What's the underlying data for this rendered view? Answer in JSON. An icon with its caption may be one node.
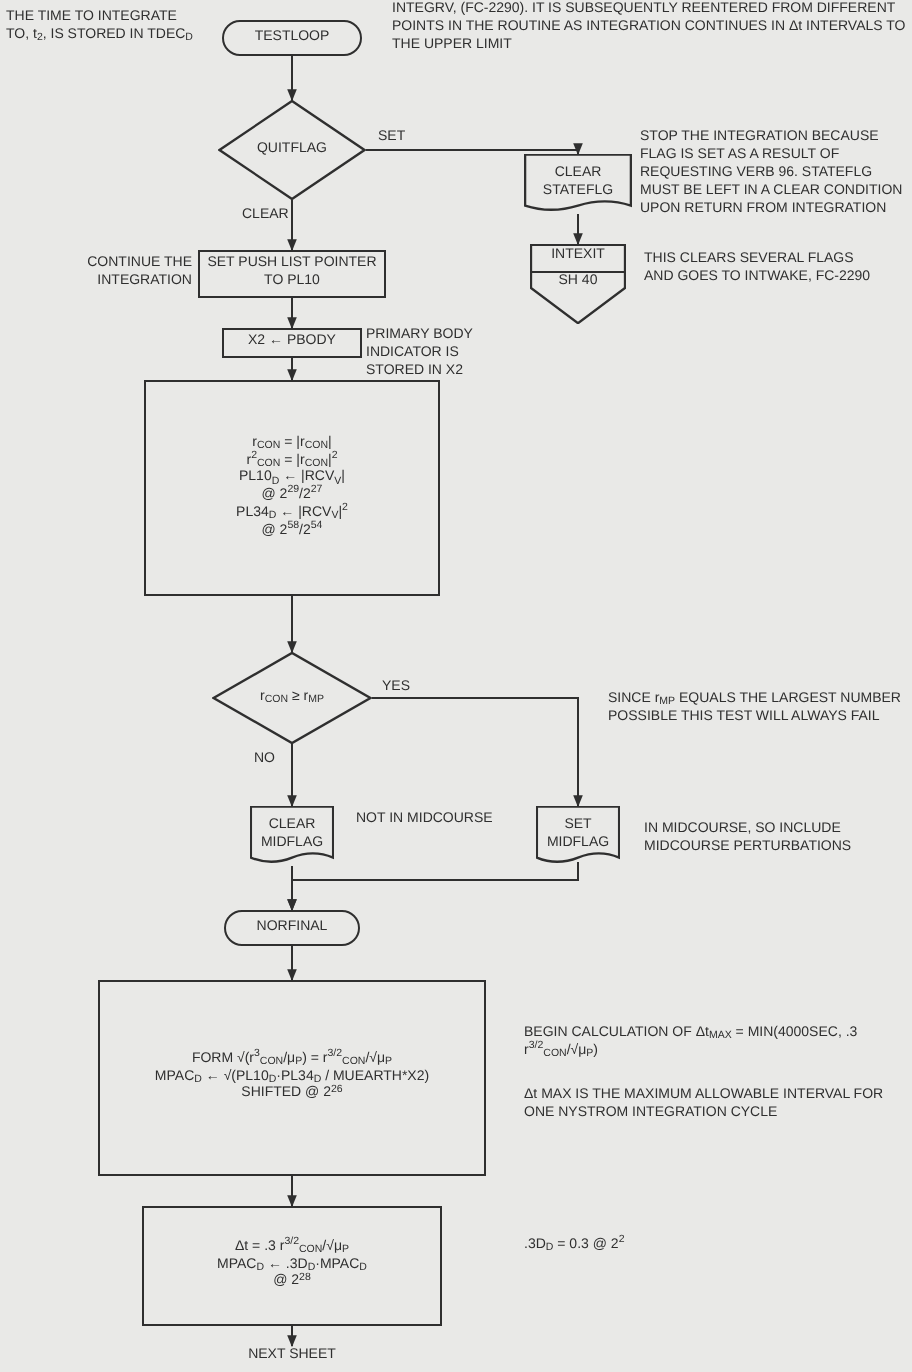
{
  "diagram": {
    "nodes": [
      {
        "text": [
          "TESTLOOP"
        ]
      },
      {
        "text": [
          "QUITFLAG"
        ]
      },
      {
        "text": [
          "CLEAR STATEFLG"
        ],
        "beside": [
          "STOP THE INTEGRATION BECAUSE FLAG IS SET AS A RESULT OF REQUESTING VERB 96. STATEFLG MUST BE LEFT IN A CLEAR CONDITION UPON RETURN FROM INTEGRATION"
        ]
      },
      {
        "text": [
          "INTEXIT",
          "SH 40"
        ],
        "beside": [
          "THIS CLEARS SEVERAL FLAGS AND GOES TO INTWAKE, FC-2290"
        ]
      },
      {
        "text": [
          "SET PUSH LIST POINTER TO PL10"
        ],
        "beside": [
          "CONTINUE THE INTEGRATION"
        ]
      },
      {
        "text": [
          "X2 ← PBODY"
        ],
        "beside": [
          "PRIMARY BODY INDICATOR IS STORED IN X2"
        ]
      },
      {
        "text": [
          "r$_{CON}$ = |r$_{CON}$|",
          "r$^{2}$$_{CON}$ = |r$_{CON}$|$^{2}$",
          "PL10$_{D}$ ← |RCV$_{V}$|",
          "@ 2$^{29}$/2$^{27}$",
          "PL34$_{D}$ ← |RCV$_{V}$|$^{2}$",
          "@ 2$^{58}$/2$^{54}$"
        ]
      },
      {
        "text": [
          "r$_{CON}$ ≥ r$_{MP}$"
        ]
      },
      {
        "text": [
          "CLEAR MIDFLAG"
        ],
        "beside": [
          "NOT IN MIDCOURSE"
        ]
      },
      {
        "text": [
          "SET MIDFLAG"
        ],
        "beside": [
          "IN MIDCOURSE, SO INCLUDE MIDCOURSE PERTURBATIONS"
        ]
      },
      {
        "text": [
          "NORFINAL"
        ]
      },
      {
        "text": [
          "FORM √(r$^{3}$$_{CON}$/μ$_{P}$) = r$^{3/2}$$_{CON}$/√μ$_{P}$",
          "MPAC$_{D}$ ← √(PL10$_{D}$·PL34$_{D}$ / MUEARTH*X2)",
          "SHIFTED @ 2$^{26}$"
        ],
        "beside": [
          "BEGIN CALCULATION OF Δt$_{MAX}$ = MIN(4000SEC, .3 r$^{3/2}$$_{CON}$/√μ$_{P}$)",
          "Δt MAX IS THE MAXIMUM ALLOWABLE INTERVAL FOR ONE NYSTROM INTEGRATION CYCLE"
        ]
      },
      {
        "text": [
          "Δt = .3 r$^{3/2}$$_{CON}$/√μ$_{P}$",
          "MPAC$_{D}$ ← .3D$_{D}$·MPAC$_{D}$",
          "@ 2$^{28}$"
        ]
      },
      {
        "text": [
          "NEXT SHEET"
        ]
      }
    ],
    "edges": [
      {
        "from": 0,
        "to": 1,
        "arrow": "to"
      },
      {
        "from": 1,
        "to": 2,
        "arrow": "to",
        "label": "SET"
      },
      {
        "from": 2,
        "to": 3,
        "arrow": "to"
      },
      {
        "from": 1,
        "to": 4,
        "arrow": "to",
        "label": "CLEAR"
      },
      {
        "from": 4,
        "to": 5,
        "arrow": "to"
      },
      {
        "from": 5,
        "to": 6,
        "arrow": "to"
      },
      {
        "from": 6,
        "to": 7,
        "arrow": "to"
      },
      {
        "from": 7,
        "to": 8,
        "arrow": "to",
        "label": "NO"
      },
      {
        "from": 7,
        "to": 9,
        "arrow": "to",
        "label": "YES"
      },
      {
        "from": 8,
        "to": 10,
        "arrow": "to"
      },
      {
        "from": 9,
        "to": 10,
        "arrow": "to"
      },
      {
        "from": 10,
        "to": 11,
        "arrow": "to"
      },
      {
        "from": 11,
        "to": 12,
        "arrow": "to"
      },
      {
        "from": 12,
        "to": 13,
        "arrow": "to"
      }
    ],
    "labels": [
      "THE TIME TO INTEGRATE TO, t$_{2}$, IS STORED IN TDEC$_{D}$",
      "INTEGRV, (FC-2290). IT IS SUBSEQUENTLY REENTERED FROM DIFFERENT POINTS IN THE ROUTINE AS INTEGRATION CONTINUES IN Δt INTERVALS TO THE UPPER LIMIT",
      "SINCE r$_{MP}$ EQUALS THE LARGEST NUMBER POSSIBLE THIS TEST WILL ALWAYS FAIL",
      ".3D$_{D}$ = 0.3 @ 2$^{2}$"
    ]
  }
}
